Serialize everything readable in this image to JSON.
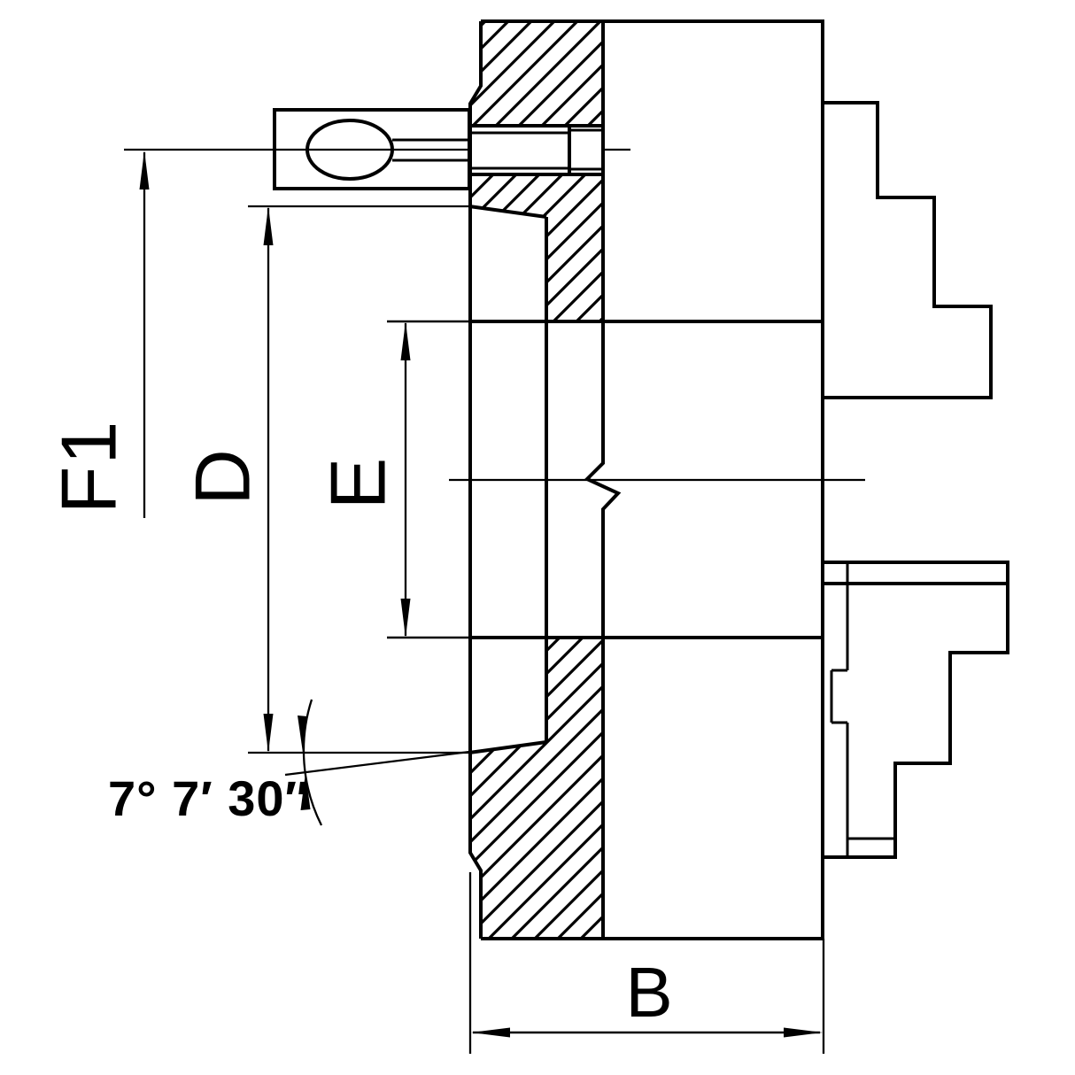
{
  "drawing": {
    "kind": "lathe-chuck-cross-section",
    "colors": {
      "line": "#000000",
      "background": "#ffffff"
    },
    "labels": {
      "f1": "F1",
      "d": "D",
      "e": "E",
      "b": "B",
      "angle": "7° 7′ 30″"
    }
  }
}
